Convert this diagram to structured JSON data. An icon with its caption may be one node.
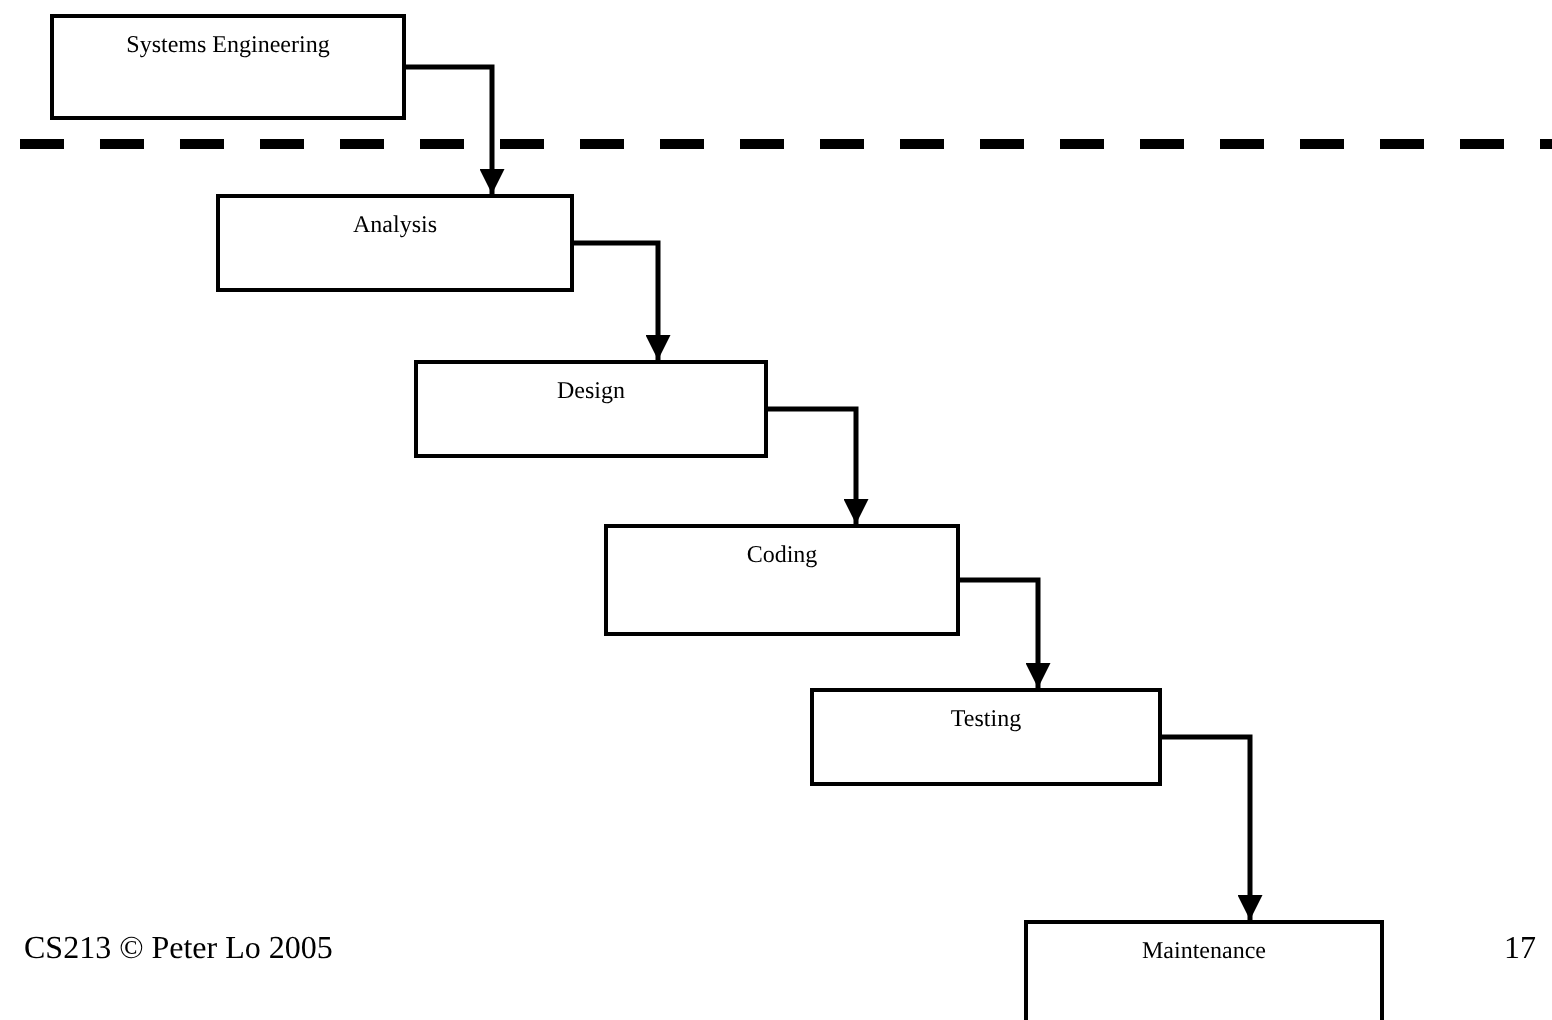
{
  "diagram": {
    "nodes": [
      {
        "text": [
          "Systems Engineering"
        ]
      },
      {
        "text": [
          "Analysis"
        ]
      },
      {
        "text": [
          "Design"
        ]
      },
      {
        "text": [
          "Coding"
        ]
      },
      {
        "text": [
          "Testing"
        ]
      },
      {
        "text": [
          "Maintenance"
        ]
      }
    ],
    "edges": [
      {
        "from": 0,
        "to": 1,
        "arrow": "to"
      },
      {
        "from": 1,
        "to": 2,
        "arrow": "to"
      },
      {
        "from": 2,
        "to": 3,
        "arrow": "to"
      },
      {
        "from": 3,
        "to": 4,
        "arrow": "to"
      },
      {
        "from": 4,
        "to": 5,
        "arrow": "to"
      }
    ],
    "labels": [
      "CS213 © Peter Lo 2005",
      "17"
    ]
  }
}
